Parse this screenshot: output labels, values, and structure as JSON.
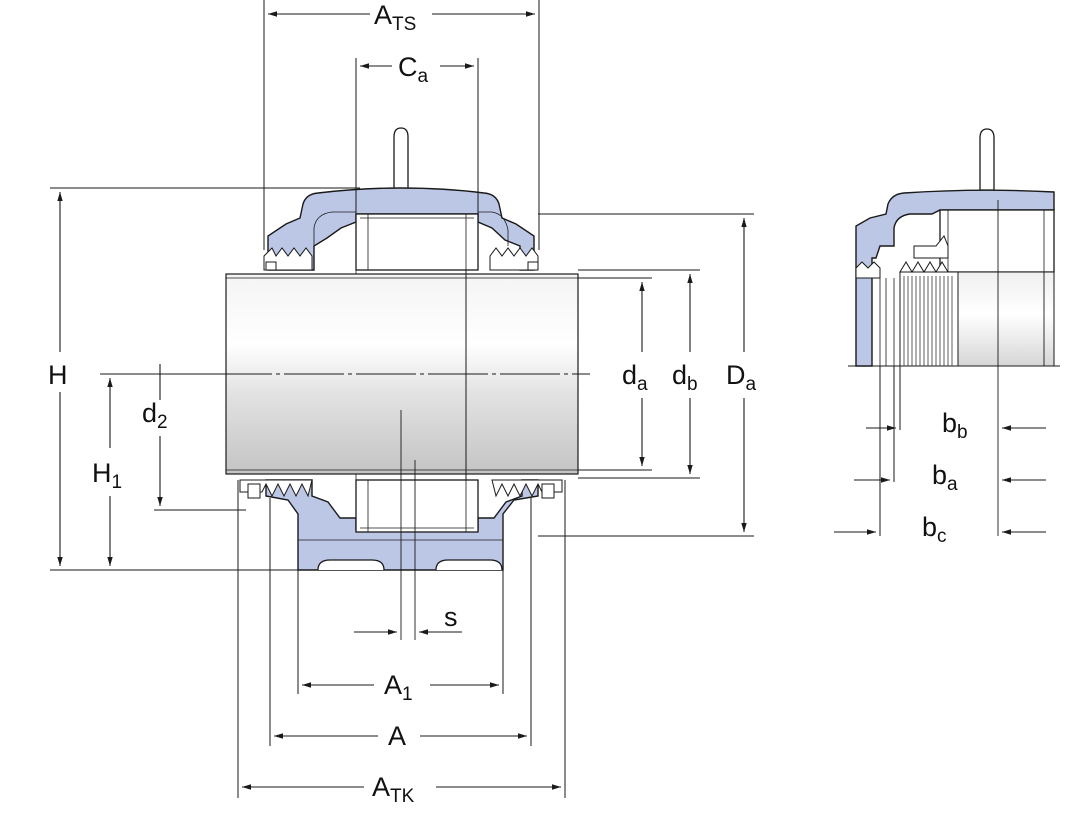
{
  "colors": {
    "housing_fill": "#bcc7e6",
    "line": "#1a1a1a",
    "background": "#ffffff"
  },
  "labels": {
    "A_TS": {
      "main": "A",
      "sub": "TS"
    },
    "C_a": {
      "main": "C",
      "sub": "a"
    },
    "H": {
      "main": "H",
      "sub": ""
    },
    "H_1": {
      "main": "H",
      "sub": "1"
    },
    "d_2": {
      "main": "d",
      "sub": "2"
    },
    "d_a": {
      "main": "d",
      "sub": "a"
    },
    "d_b": {
      "main": "d",
      "sub": "b"
    },
    "D_a": {
      "main": "D",
      "sub": "a"
    },
    "s": {
      "main": "s",
      "sub": ""
    },
    "A_1": {
      "main": "A",
      "sub": "1"
    },
    "A": {
      "main": "A",
      "sub": ""
    },
    "A_TK": {
      "main": "A",
      "sub": "TK"
    },
    "b_b": {
      "main": "b",
      "sub": "b"
    },
    "b_a": {
      "main": "b",
      "sub": "a"
    },
    "b_c": {
      "main": "b",
      "sub": "c"
    }
  }
}
